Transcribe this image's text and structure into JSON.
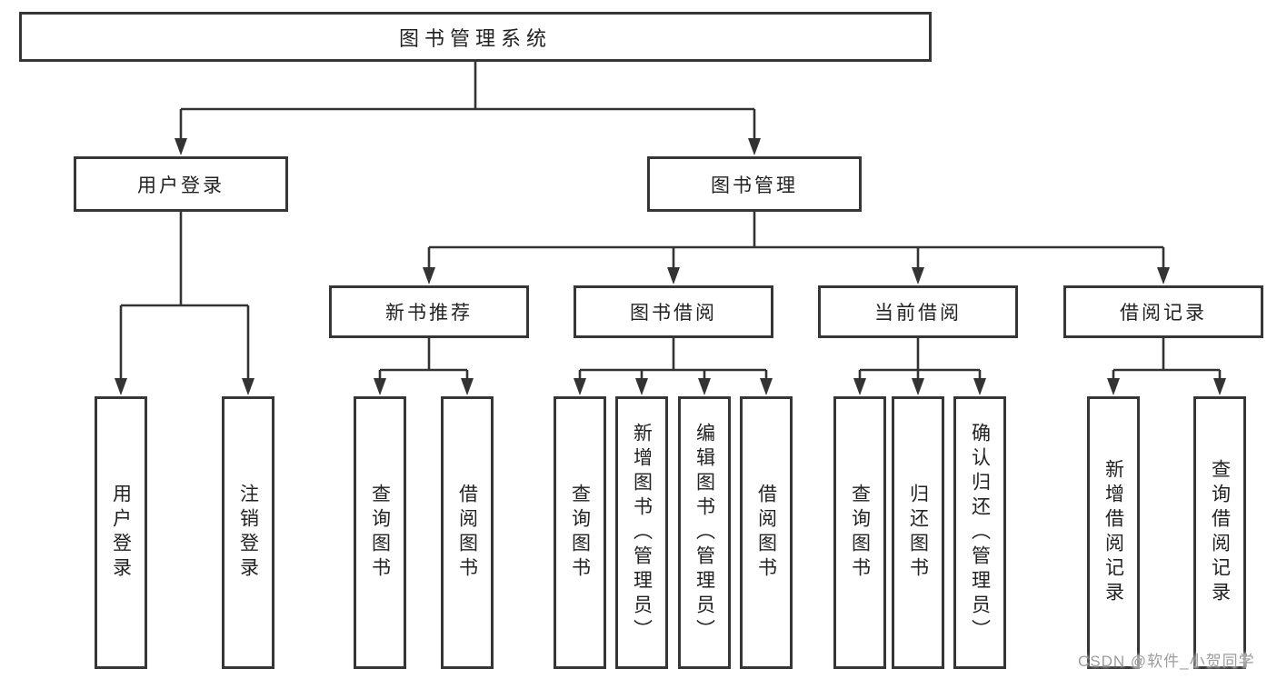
{
  "tree": {
    "label": "图书管理系统",
    "children": [
      {
        "label": "用户登录",
        "children": [
          {
            "label": "用户登录"
          },
          {
            "label": "注销登录"
          }
        ]
      },
      {
        "label": "图书管理",
        "children": [
          {
            "label": "新书推荐",
            "children": [
              {
                "label": "查询图书"
              },
              {
                "label": "借阅图书"
              }
            ]
          },
          {
            "label": "图书借阅",
            "children": [
              {
                "label": "查询图书"
              },
              {
                "label": "新增图书（管理员）"
              },
              {
                "label": "编辑图书（管理员）"
              },
              {
                "label": "借阅图书"
              }
            ]
          },
          {
            "label": "当前借阅",
            "children": [
              {
                "label": "查询图书"
              },
              {
                "label": "归还图书"
              },
              {
                "label": "确认归还（管理员）"
              }
            ]
          },
          {
            "label": "借阅记录",
            "children": [
              {
                "label": "新增借阅记录"
              },
              {
                "label": "查询借阅记录"
              }
            ]
          }
        ]
      }
    ]
  },
  "watermark": {
    "text": "CSDN @软件_小贺同学",
    "color": "#9d9d9d"
  },
  "colors": {
    "background": "#ffffff",
    "line": "#333333",
    "box_border": "#363636",
    "text": "#222222"
  }
}
